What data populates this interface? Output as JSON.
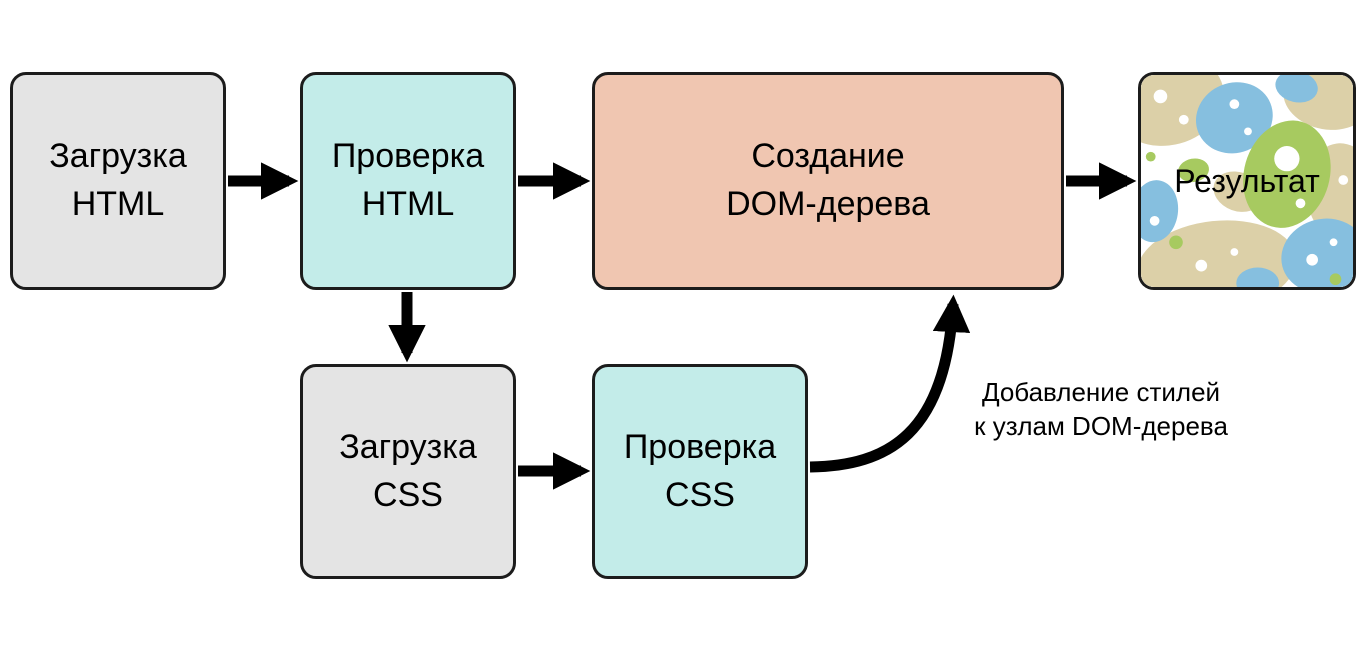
{
  "diagram": {
    "nodes": {
      "load_html": {
        "label": "Загрузка\nHTML"
      },
      "check_html": {
        "label": "Проверка\nHTML"
      },
      "create_dom": {
        "label": "Создание\nDOM-дерева"
      },
      "result": {
        "label": "Результат"
      },
      "load_css": {
        "label": "Загрузка\nCSS"
      },
      "check_css": {
        "label": "Проверка\nCSS"
      }
    },
    "annotation": {
      "label": "Добавление стилей\nк узлам DOM-дерева"
    },
    "colors": {
      "box_gray": "#e4e4e4",
      "box_cyan": "#c3ece9",
      "box_salmon": "#f0c6b1",
      "box_border": "#1c1c1c",
      "arrow": "#000000",
      "blob_blue": "#86bfdf",
      "blob_green": "#a7ca60",
      "blob_tan": "#dcd0a8"
    }
  }
}
